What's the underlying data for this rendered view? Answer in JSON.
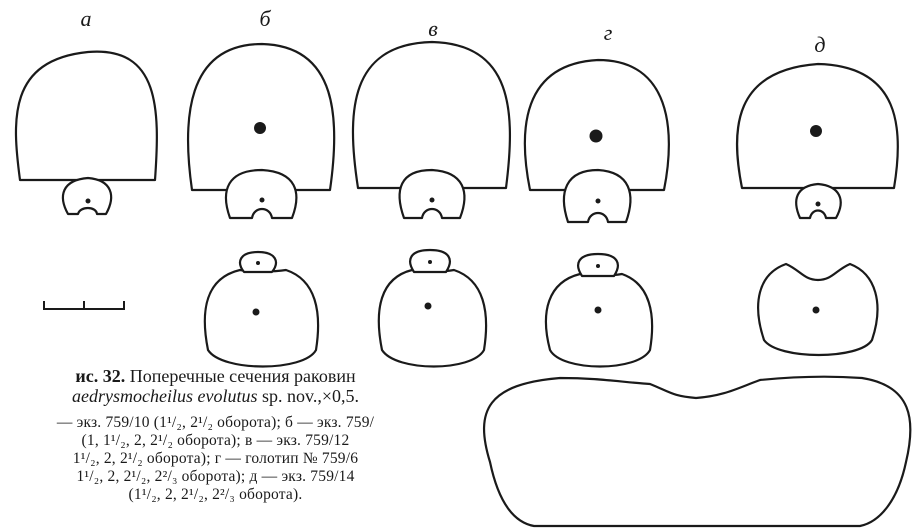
{
  "figure": {
    "panel_labels": [
      "а",
      "б",
      "в",
      "г",
      "д"
    ],
    "caption": {
      "figure_number": "ис. 32.",
      "title": "Поперечные сечения раковин",
      "species": "aedrysmocheilus evolutus",
      "species_suffix": "sp. nov.,×0,5.",
      "lines": [
        "— экз. 759/10 (1¹/₂, 2¹/₂ оборота); б — экз. 759/",
        "(1, 1¹/₂, 2, 2¹/₂ оборота); в — экз. 759/12",
        "1¹/₂, 2, 2¹/₂ оборота); г — голотип № 759/6",
        "1¹/₂, 2, 2¹/₂, 2²/₃ оборота); д — экз. 759/14",
        "(1¹/₂, 2, 2¹/₂, 2²/₃ оборота)."
      ]
    }
  }
}
